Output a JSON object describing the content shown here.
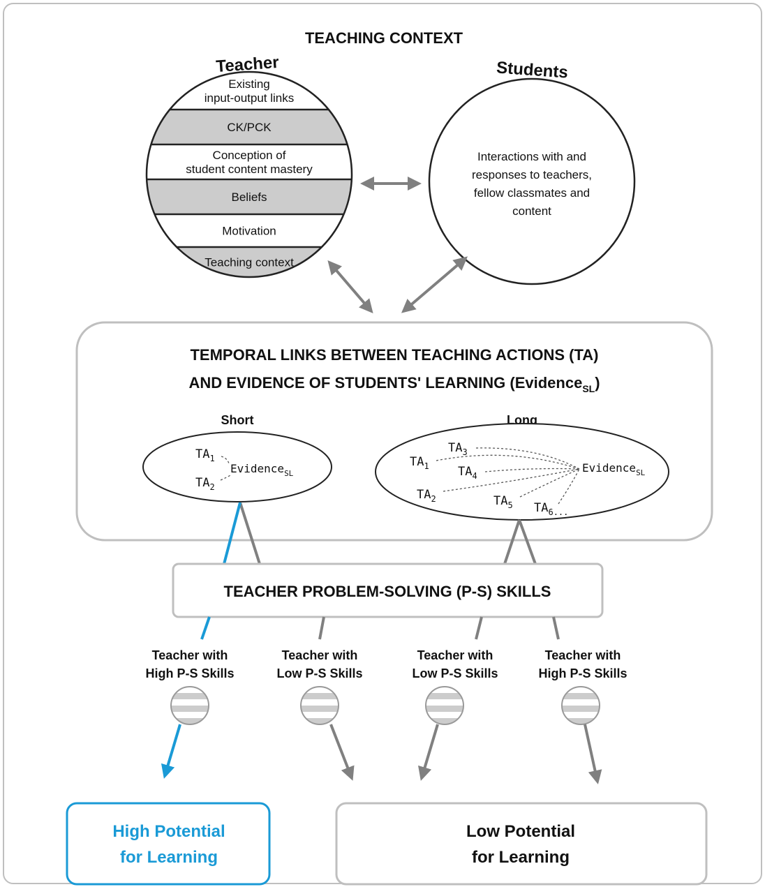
{
  "title": "TEACHING CONTEXT",
  "teacher": {
    "label": "Teacher",
    "bands": [
      {
        "text": "Existing\ninput-output links",
        "shaded": false
      },
      {
        "text": "CK/PCK",
        "shaded": true
      },
      {
        "text": "Conception of\nstudent content mastery",
        "shaded": false
      },
      {
        "text": "Beliefs",
        "shaded": true
      },
      {
        "text": "Motivation",
        "shaded": false
      },
      {
        "text": "Teaching context",
        "shaded": true
      }
    ]
  },
  "students": {
    "label": "Students",
    "text": "Interactions with and\nresponses to teachers,\nfellow classmates and\ncontent"
  },
  "temporal": {
    "title_line1": "TEMPORAL LINKS BETWEEN TEACHING ACTIONS (TA)",
    "title_line2": "AND EVIDENCE OF STUDENTS' LEARNING (Evidence",
    "title_sub": "SL",
    "title_end": ")",
    "short": {
      "label": "Short",
      "evidence": "Evidence",
      "evidence_sub": "SL",
      "actions": [
        {
          "base": "TA",
          "sub": "1"
        },
        {
          "base": "TA",
          "sub": "2"
        }
      ]
    },
    "long": {
      "label": "Long",
      "evidence": "Evidence",
      "evidence_sub": "SL",
      "actions": [
        {
          "base": "TA",
          "sub": "3"
        },
        {
          "base": "TA",
          "sub": "1"
        },
        {
          "base": "TA",
          "sub": "4"
        },
        {
          "base": "TA",
          "sub": "2"
        },
        {
          "base": "TA",
          "sub": "5"
        },
        {
          "base": "TA",
          "sub": "6..."
        }
      ]
    }
  },
  "ps_skills": "TEACHER PROBLEM-SOLVING (P-S) SKILLS",
  "teacher_types": [
    {
      "line1": "Teacher with",
      "line2": "High P-S Skills"
    },
    {
      "line1": "Teacher with",
      "line2": "Low P-S Skills"
    },
    {
      "line1": "Teacher with",
      "line2": "Low P-S Skills"
    },
    {
      "line1": "Teacher with",
      "line2": "High P-S Skills"
    }
  ],
  "outcomes": {
    "high": {
      "line1": "High Potential",
      "line2": "for Learning"
    },
    "low": {
      "line1": "Low Potential",
      "line2": "for Learning"
    }
  },
  "colors": {
    "highlight": "#1a9ad6",
    "shade": "#cccccc",
    "arrow": "#808080",
    "border": "#bfbfbf",
    "text": "#111111"
  }
}
